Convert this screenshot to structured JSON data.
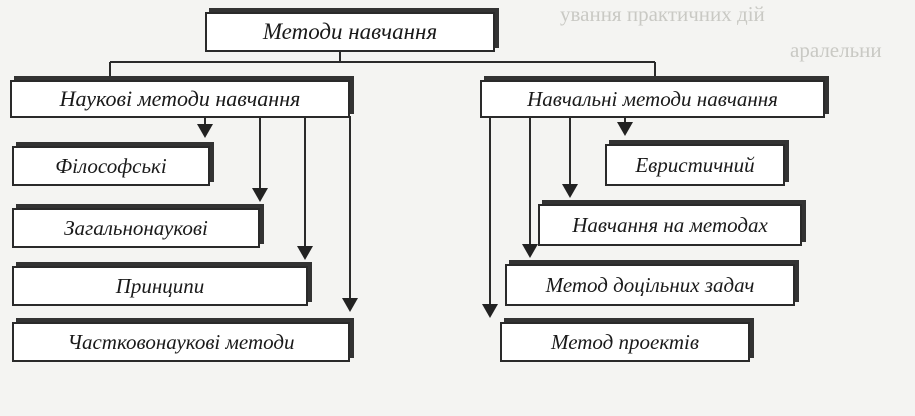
{
  "diagram": {
    "root": "Методи навчання",
    "left": {
      "title": "Наукові методи навчання",
      "items": [
        "Філософські",
        "Загальнонаукові",
        "Принципи",
        "Частковонаукові методи"
      ]
    },
    "right": {
      "title": "Навчальні методи навчання",
      "items": [
        "Евристичний",
        "Навчання на методах",
        "Метод доцільних задач",
        "Метод проектів"
      ]
    }
  }
}
